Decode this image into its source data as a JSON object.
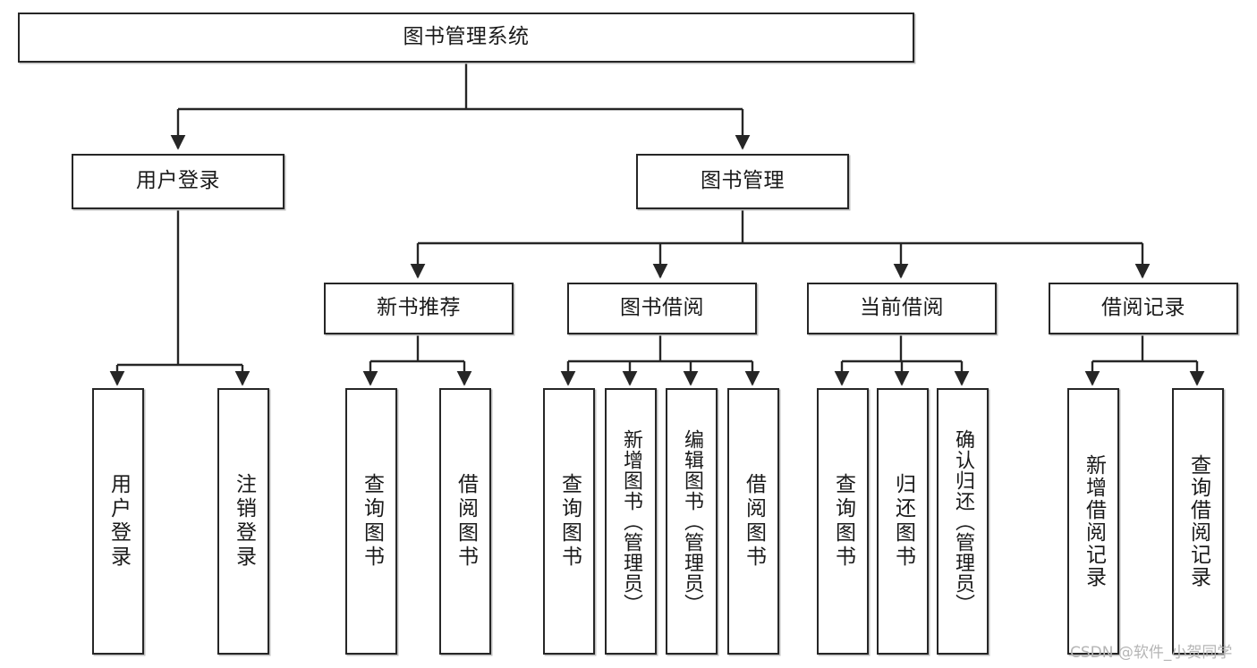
{
  "diagram": {
    "type": "tree",
    "title": "图书管理系统",
    "background": "#ffffff",
    "line_color": "#262626",
    "box_fill": "#ffffff",
    "text_color": "#1a1a1a",
    "root": {
      "id": "root",
      "label": "图书管理系统",
      "orientation": "horizontal"
    },
    "level2": [
      {
        "id": "user-login",
        "label": "用户登录",
        "orientation": "horizontal"
      },
      {
        "id": "book-management",
        "label": "图书管理",
        "orientation": "horizontal"
      }
    ],
    "level3": [
      {
        "id": "new-book-recommend",
        "label": "新书推荐",
        "orientation": "horizontal",
        "parent": "book-management"
      },
      {
        "id": "book-borrow",
        "label": "图书借阅",
        "orientation": "horizontal",
        "parent": "book-management"
      },
      {
        "id": "current-borrow",
        "label": "当前借阅",
        "orientation": "horizontal",
        "parent": "book-management"
      },
      {
        "id": "borrow-record",
        "label": "借阅记录",
        "orientation": "horizontal",
        "parent": "book-management"
      }
    ],
    "leaves": [
      {
        "id": "leaf-user-login",
        "label": "用户登录",
        "orientation": "vertical",
        "parent": "user-login"
      },
      {
        "id": "leaf-logout-login",
        "label": "注销登录",
        "orientation": "vertical",
        "parent": "user-login"
      },
      {
        "id": "leaf-query-book-1",
        "label": "查询图书",
        "orientation": "vertical",
        "parent": "new-book-recommend"
      },
      {
        "id": "leaf-borrow-book-1",
        "label": "借阅图书",
        "orientation": "vertical",
        "parent": "new-book-recommend"
      },
      {
        "id": "leaf-query-book-2",
        "label": "查询图书",
        "orientation": "vertical",
        "parent": "book-borrow"
      },
      {
        "id": "leaf-add-book-admin",
        "label": "新增图书（管理员）",
        "orientation": "vertical",
        "parent": "book-borrow"
      },
      {
        "id": "leaf-edit-book-admin",
        "label": "编辑图书（管理员）",
        "orientation": "vertical",
        "parent": "book-borrow"
      },
      {
        "id": "leaf-borrow-book-2",
        "label": "借阅图书",
        "orientation": "vertical",
        "parent": "book-borrow"
      },
      {
        "id": "leaf-query-book-3",
        "label": "查询图书",
        "orientation": "vertical",
        "parent": "current-borrow"
      },
      {
        "id": "leaf-return-book",
        "label": "归还图书",
        "orientation": "vertical",
        "parent": "current-borrow"
      },
      {
        "id": "leaf-confirm-return-admin",
        "label": "确认归还（管理员）",
        "orientation": "vertical",
        "parent": "current-borrow"
      },
      {
        "id": "leaf-add-borrow-record",
        "label": "新增借阅记录",
        "orientation": "vertical",
        "parent": "borrow-record"
      },
      {
        "id": "leaf-query-borrow-record",
        "label": "查询借阅记录",
        "orientation": "vertical",
        "parent": "borrow-record"
      }
    ]
  },
  "watermark": {
    "text": "CSDN @软件_小贺同学"
  }
}
